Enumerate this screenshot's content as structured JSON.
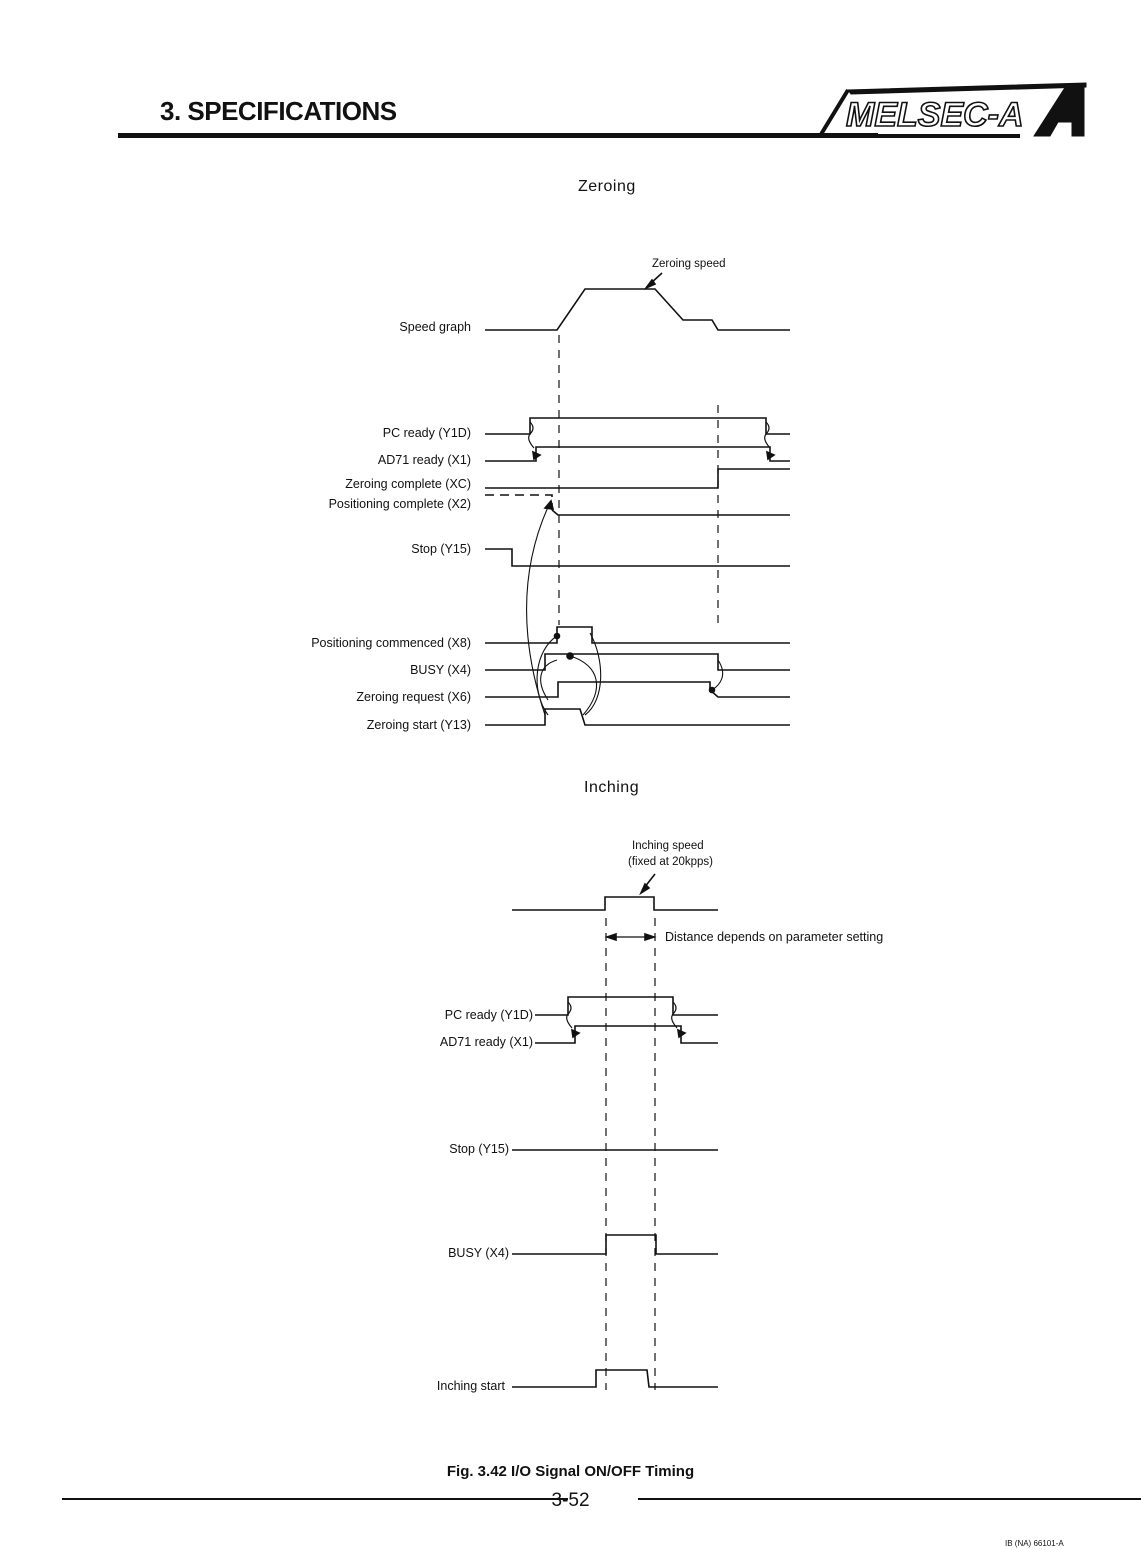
{
  "header": {
    "section_title": "3. SPECIFICATIONS",
    "brand": "MELSEC-A"
  },
  "zeroing": {
    "title": "Zeroing",
    "speed_note": "Zeroing speed",
    "signals": [
      "Speed graph",
      "PC ready (Y1D)",
      "AD71 ready (X1)",
      "Zeroing complete (XC)",
      "Positioning complete (X2)",
      "Stop (Y15)",
      "Positioning commenced (X8)",
      "BUSY (X4)",
      "Zeroing request (X6)",
      "Zeroing start (Y13)"
    ]
  },
  "inching": {
    "title": "Inching",
    "speed_note_1": "Inching speed",
    "speed_note_2": "(fixed at 20kpps)",
    "distance_note": "Distance depends on parameter setting",
    "signals": [
      "PC ready (Y1D)",
      "AD71 ready (X1)",
      "Stop (Y15)",
      "BUSY (X4)",
      "Inching start"
    ]
  },
  "figure_caption": "Fig. 3.42  I/O Signal ON/OFF Timing",
  "page_number": "3-52",
  "doc_code": "IB (NA) 66101-A"
}
